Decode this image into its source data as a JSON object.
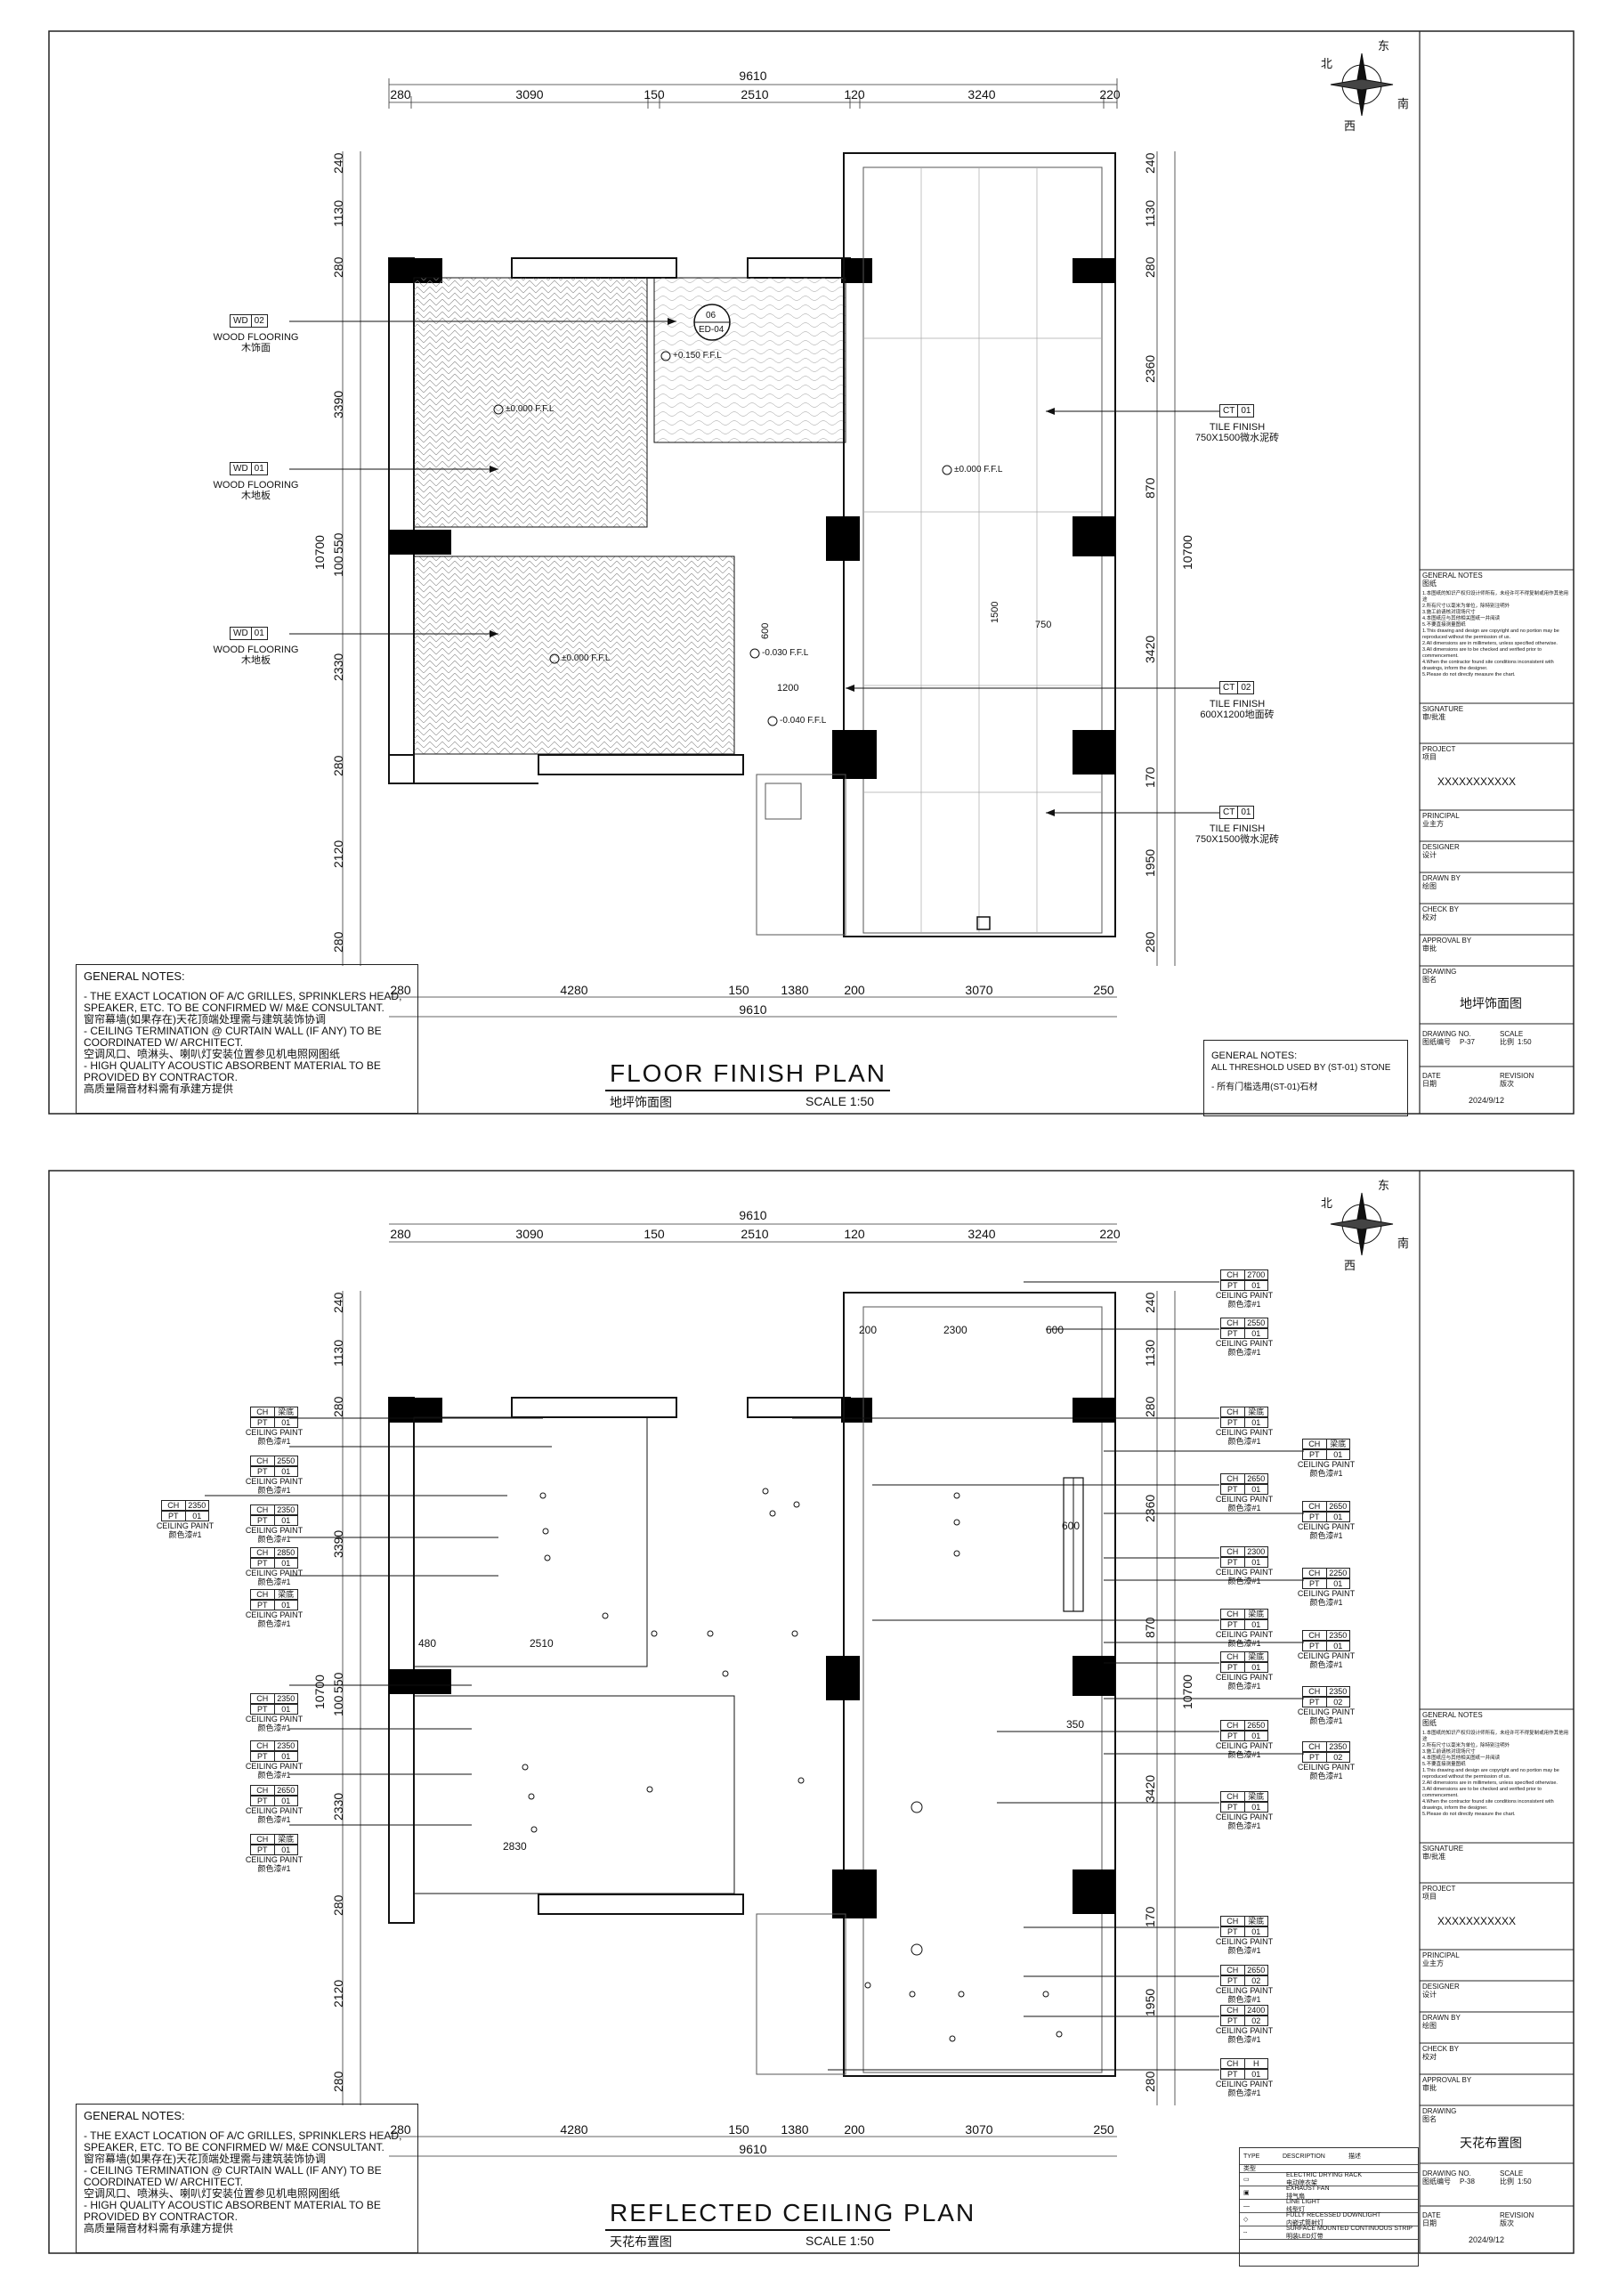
{
  "compass": {
    "north": "北",
    "east": "东",
    "south": "南",
    "west": "西"
  },
  "dims_top": {
    "total": "9610",
    "parts": [
      "280",
      "3090",
      "150",
      "2510",
      "120",
      "3240",
      "220"
    ]
  },
  "dims_bottom": {
    "total": "9610",
    "parts": [
      "280",
      "4280",
      "150",
      "1380",
      "200",
      "3070",
      "250"
    ]
  },
  "dims_left": {
    "total": "10700",
    "parts": [
      "240",
      "1130",
      "280",
      "3390",
      "100",
      "550",
      "2330",
      "280",
      "2120",
      "280"
    ]
  },
  "dims_right": {
    "total": "10700",
    "parts": [
      "240",
      "1130",
      "280",
      "2360",
      "870",
      "3420",
      "170",
      "1950",
      "280"
    ]
  },
  "general_notes": {
    "heading": "GENERAL NOTES:",
    "lines": [
      "- THE EXACT LOCATION OF A/C GRILLES, SPRINKLERS HEAD,",
      "  SPEAKER, ETC. TO BE CONFIRMED W/ M&E CONSULTANT.",
      "  窗帘幕墙(如果存在)天花顶端处理需与建筑装饰协调",
      "- CEILING TERMINATION @ CURTAIN WALL (IF ANY) TO BE",
      "  COORDINATED W/ ARCHITECT.",
      "  空调风口、喷淋头、喇叭灯安装位置参见机电照网图纸",
      "- HIGH QUALITY ACOUSTIC ABSORBENT MATERIAL TO BE",
      "  PROVIDED BY CONTRACTOR.",
      "  高质量隔音材料需有承建方提供"
    ]
  },
  "floor_plan": {
    "title": "FLOOR FINISH PLAN",
    "title_cn": "地坪饰面图",
    "scale": "SCALE    1:50",
    "labels": {
      "wd02": {
        "code": "WD",
        "num": "02",
        "en": "WOOD FLOORING",
        "cn": "木饰面"
      },
      "wd01a": {
        "code": "WD",
        "num": "01",
        "en": "WOOD FLOORING",
        "cn": "木地板"
      },
      "wd01b": {
        "code": "WD",
        "num": "01",
        "en": "WOOD FLOORING",
        "cn": "木地板"
      },
      "ct01a": {
        "code": "CT",
        "num": "01",
        "en": "TILE FINISH",
        "cn": "750X1500微水泥砖"
      },
      "ct02": {
        "code": "CT",
        "num": "02",
        "en": "TILE FINISH",
        "cn": "600X1200地面砖"
      },
      "ct01b": {
        "code": "CT",
        "num": "01",
        "en": "TILE FINISH",
        "cn": "750X1500微水泥砖"
      }
    },
    "levels": [
      "±0.000 F.F.L",
      "±0.000 F.F.L",
      "±0.000 F.F.L",
      "+0.150 F.F.L",
      "-0.030 F.F.L",
      "-0.040 F.F.L"
    ],
    "callout": {
      "num": "06",
      "ref": "ED-04"
    },
    "inner_dims": [
      "1500",
      "750",
      "600",
      "1200"
    ],
    "threshold_notes": {
      "heading": "GENERAL NOTES:",
      "line1": "ALL THRESHOLD USED BY (ST-01) STONE",
      "line2": "- 所有门槛选用(ST-01)石材"
    },
    "title_block": {
      "general_notes_label": "GENERAL NOTES",
      "general_notes_cn": "图纸",
      "notes": [
        "1.本图纸的知识产权归设计师所有，未经许可不得复制或用作其他用途",
        "2.所有尺寸以毫米为单位，除特别注明外",
        "3.施工前请核对现场尺寸",
        "4.本图纸应与其他相关图纸一并阅读",
        "5.不要直接测量图纸",
        "1.This drawing and design are copyright and no portion may be reproduced without the permission of us.",
        "2.All dimensions are in millimeters, unless specified otherwise.",
        "3.All dimensions are to be checked and verified prior to commencement.",
        "4.When the contractor found site conditions inconsistent with drawings, inform the designer.",
        "5.Please do not directly measure the chart."
      ],
      "signature": "SIGNATURE",
      "signature_cn": "审/批准",
      "project": "PROJECT",
      "project_cn": "项目",
      "project_name": "XXXXXXXXXXX",
      "principal": "PRINCIPAL",
      "principal_cn": "业主方",
      "designer": "DESIGNER",
      "designer_cn": "设计",
      "drawn_by": "DRAWN BY",
      "drawn_by_cn": "绘图",
      "check_by": "CHECK BY",
      "check_by_cn": "校对",
      "approval_by": "APPROVAL BY",
      "approval_by_cn": "审批",
      "drawing": "DRAWING",
      "drawing_cn": "图名",
      "drawing_name": "地坪饰面图",
      "drawing_no_label": "DRAWING NO.",
      "drawing_no_cn": "图纸编号",
      "drawing_no": "P-37",
      "scale_label": "SCALE",
      "scale_cn": "比例",
      "scale_value": "1:50",
      "date_label": "DATE",
      "date_cn": "日期",
      "revision_label": "REVISION",
      "revision_cn": "版次",
      "date": "2024/9/12"
    }
  },
  "ceiling_plan": {
    "title": "REFLECTED CEILING PLAN",
    "title_cn": "天花布置图",
    "scale": "SCALE    1:50",
    "inner_dims": [
      "200",
      "2300",
      "600",
      "600",
      "350",
      "480",
      "2510",
      "2830"
    ],
    "left_tags": [
      {
        "ch": "CH",
        "h": "梁底",
        "pt": "PT",
        "n": "01",
        "cap": "CEILING  PAINT",
        "cn": "颜色漆#1"
      },
      {
        "ch": "CH",
        "h": "2550",
        "pt": "PT",
        "n": "01",
        "cap": "CEILING  PAINT",
        "cn": "颜色漆#1"
      },
      {
        "ch": "CH",
        "h": "2350",
        "pt": "PT",
        "n": "01",
        "cap": "CEILING  PAINT",
        "cn": "颜色漆#1"
      },
      {
        "ch": "CH",
        "h": "2850",
        "pt": "PT",
        "n": "01",
        "cap": "CEILING  PAINT",
        "cn": "颜色漆#1"
      },
      {
        "ch": "CH",
        "h": "梁底",
        "pt": "PT",
        "n": "01",
        "cap": "CEILING  PAINT",
        "cn": "颜色漆#1"
      },
      {
        "ch": "CH",
        "h": "2350",
        "pt": "PT",
        "n": "01",
        "cap": "CEILING  PAINT",
        "cn": "颜色漆#1"
      },
      {
        "ch": "CH",
        "h": "2350",
        "pt": "PT",
        "n": "01",
        "cap": "CEILING  PAINT",
        "cn": "颜色漆#1"
      },
      {
        "ch": "CH",
        "h": "2650",
        "pt": "PT",
        "n": "01",
        "cap": "CEILING  PAINT",
        "cn": "颜色漆#1"
      },
      {
        "ch": "CH",
        "h": "梁底",
        "pt": "PT",
        "n": "01",
        "cap": "CEILING  PAINT",
        "cn": "颜色漆#1"
      }
    ],
    "right_tags_a": [
      {
        "ch": "CH",
        "h": "2700",
        "pt": "PT",
        "n": "01",
        "cap": "CEILING  PAINT",
        "cn": "颜色漆#1"
      },
      {
        "ch": "CH",
        "h": "2550",
        "pt": "PT",
        "n": "01",
        "cap": "CEILING  PAINT",
        "cn": "颜色漆#1"
      },
      {
        "ch": "CH",
        "h": "梁底",
        "pt": "PT",
        "n": "01",
        "cap": "CEILING  PAINT",
        "cn": "颜色漆#1"
      },
      {
        "ch": "CH",
        "h": "2650",
        "pt": "PT",
        "n": "01",
        "cap": "CEILING  PAINT",
        "cn": "颜色漆#1"
      },
      {
        "ch": "CH",
        "h": "2300",
        "pt": "PT",
        "n": "01",
        "cap": "CEILING  PAINT",
        "cn": "颜色漆#1"
      },
      {
        "ch": "CH",
        "h": "梁底",
        "pt": "PT",
        "n": "01",
        "cap": "CEILING  PAINT",
        "cn": "颜色漆#1"
      },
      {
        "ch": "CH",
        "h": "梁底",
        "pt": "PT",
        "n": "01",
        "cap": "CEILING  PAINT",
        "cn": "颜色漆#1"
      },
      {
        "ch": "CH",
        "h": "2650",
        "pt": "PT",
        "n": "01",
        "cap": "CEILING  PAINT",
        "cn": "颜色漆#1"
      },
      {
        "ch": "CH",
        "h": "梁底",
        "pt": "PT",
        "n": "01",
        "cap": "CEILING  PAINT",
        "cn": "颜色漆#1"
      },
      {
        "ch": "CH",
        "h": "梁底",
        "pt": "PT",
        "n": "01",
        "cap": "CEILING  PAINT",
        "cn": "颜色漆#1"
      },
      {
        "ch": "CH",
        "h": "2650",
        "pt": "PT",
        "n": "02",
        "cap": "CEILING  PAINT",
        "cn": "颜色漆#1"
      },
      {
        "ch": "CH",
        "h": "2400",
        "pt": "PT",
        "n": "02",
        "cap": "CEILING  PAINT",
        "cn": "颜色漆#1"
      },
      {
        "ch": "CH",
        "h": "H",
        "pt": "PT",
        "n": "01",
        "cap": "CEILING  PAINT",
        "cn": "颜色漆#1"
      }
    ],
    "right_tags_b": [
      {
        "ch": "CH",
        "h": "梁底",
        "pt": "PT",
        "n": "01",
        "cap": "CEILING  PAINT",
        "cn": "颜色漆#1"
      },
      {
        "ch": "CH",
        "h": "2650",
        "pt": "PT",
        "n": "01",
        "cap": "CEILING  PAINT",
        "cn": "颜色漆#1"
      },
      {
        "ch": "CH",
        "h": "2250",
        "pt": "PT",
        "n": "01",
        "cap": "CEILING  PAINT",
        "cn": "颜色漆#1"
      },
      {
        "ch": "CH",
        "h": "2350",
        "pt": "PT",
        "n": "01",
        "cap": "CEILING  PAINT",
        "cn": "颜色漆#1"
      },
      {
        "ch": "CH",
        "h": "2350",
        "pt": "PT",
        "n": "02",
        "cap": "CEILING  PAINT",
        "cn": "颜色漆#1"
      },
      {
        "ch": "CH",
        "h": "2350",
        "pt": "PT",
        "n": "02",
        "cap": "CEILING  PAINT",
        "cn": "颜色漆#1"
      }
    ],
    "extra_tag": {
      "ch": "CH",
      "h": "2350",
      "pt": "PT",
      "n": "01",
      "cap": "CEILING  PAINT",
      "cn": "颜色漆#1"
    },
    "legend": {
      "col_type": "TYPE",
      "col_type_cn": "类型",
      "col_desc": "DESCRIPTION",
      "col_desc_cn": "描述",
      "rows": [
        {
          "en": "ELECTRIC DRYING RACK",
          "cn": "电动晾衣架"
        },
        {
          "en": "EXHAUST FAN",
          "cn": "排气扇"
        },
        {
          "en": "LINE LIGHT",
          "cn": "线型灯"
        },
        {
          "en": "FULLY RECESSED DOWNLIGHT",
          "cn": "内嵌式筒射灯"
        },
        {
          "en": "SURFACE MOUNTED CONTINUOUS STRIP",
          "cn": "明装LED灯带"
        }
      ]
    },
    "title_block": {
      "drawing_name": "天花布置图",
      "drawing_no": "P-38",
      "scale_value": "1:50",
      "date": "2024/9/12",
      "project_name": "XXXXXXXXXXX"
    }
  }
}
